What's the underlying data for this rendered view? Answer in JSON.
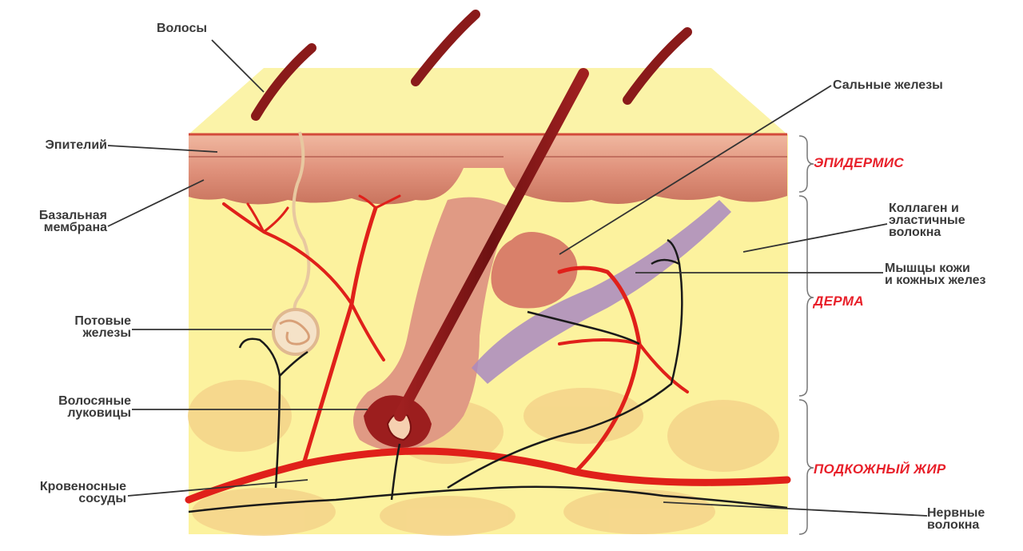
{
  "labels": {
    "hair": "Волосы",
    "sebaceous": "Сальные железы",
    "epithelium": "Эпителий",
    "basal": "Базальная\nмембрана",
    "collagen": "Коллаген и\nэластичные\nволокна",
    "muscles": "Мышцы кожи\nи кожных желез",
    "sweat": "Потовые\nжелезы",
    "bulbs": "Волосяные\nлуковицы",
    "vessels": "Кровеносные\nсосуды",
    "nerves": "Нервные\nволокна"
  },
  "layers": {
    "epidermis": "ЭПИДЕРМИС",
    "dermis": "ДЕРМА",
    "hypodermis": "ПОДКОЖНЫЙ ЖИР"
  },
  "colors": {
    "accent_red": "#e8202a",
    "skin_yellow": "#fbf09a",
    "epidermis_pink": "#d98a72",
    "hair": "#8a1a1a",
    "vessel": "#e0201a",
    "muscle": "#a98ac0",
    "fat": "#f4d58a"
  }
}
